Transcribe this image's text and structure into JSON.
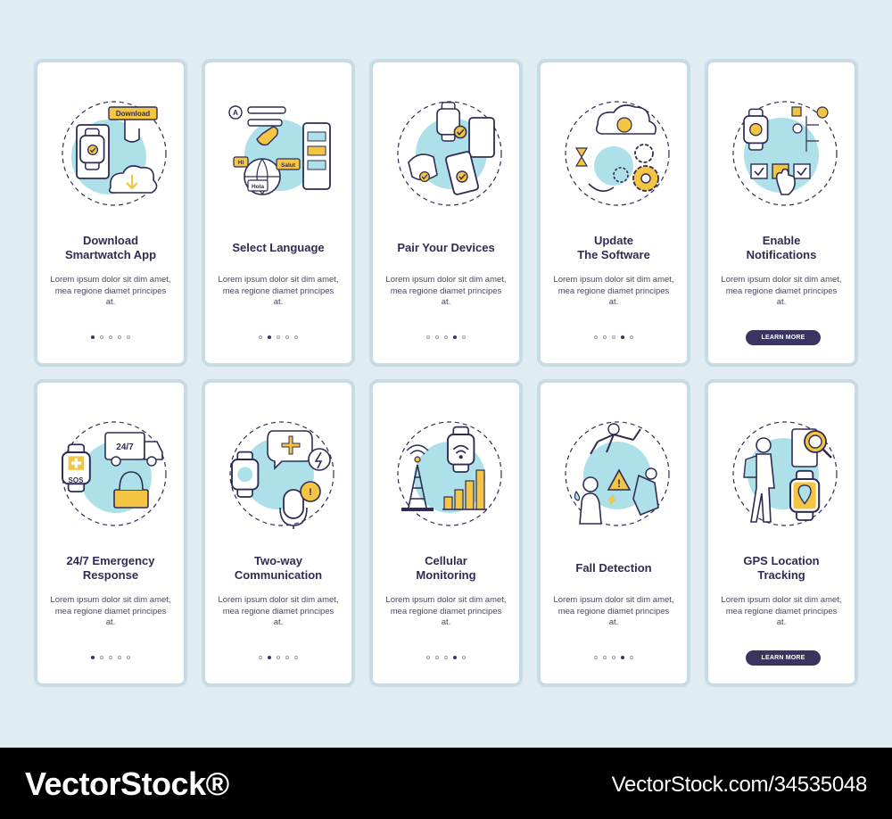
{
  "cards": [
    {
      "title": "Download\nSmartwatch App",
      "description": "Lorem ipsum dolor sit dim amet, mea regione diamet principes at.",
      "icon": "download-app-icon",
      "illustration_labels": [
        "Download"
      ],
      "active_dot": 1
    },
    {
      "title": "Select Language",
      "description": "Lorem ipsum dolor sit dim amet, mea regione diamet principes at.",
      "icon": "language-icon",
      "illustration_labels": [
        "A",
        "Hi",
        "Hola",
        "Salut"
      ],
      "active_dot": 2
    },
    {
      "title": "Pair Your Devices",
      "description": "Lorem ipsum dolor sit dim amet, mea regione diamet principes at.",
      "icon": "pair-devices-icon",
      "active_dot": 4
    },
    {
      "title": "Update\nThe Software",
      "description": "Lorem ipsum dolor sit dim amet, mea regione diamet principes at.",
      "icon": "update-software-icon",
      "active_dot": 4
    },
    {
      "title": "Enable\nNotifications",
      "description": "Lorem ipsum dolor sit dim amet, mea regione diamet principes at.",
      "icon": "notifications-icon",
      "button_label": "LEARN MORE"
    },
    {
      "title": "24/7 Emergency\nResponse",
      "description": "Lorem ipsum dolor sit dim amet, mea regione diamet principes at.",
      "icon": "emergency-icon",
      "illustration_labels": [
        "24/7",
        "SOS"
      ],
      "active_dot": 1
    },
    {
      "title": "Two-way\nCommunication",
      "description": "Lorem ipsum dolor sit dim amet, mea regione diamet principes at.",
      "icon": "communication-icon",
      "active_dot": 2
    },
    {
      "title": "Cellular\nMonitoring",
      "description": "Lorem ipsum dolor sit dim amet, mea regione diamet principes at.",
      "icon": "cellular-icon",
      "active_dot": 4
    },
    {
      "title": "Fall Detection",
      "description": "Lorem ipsum dolor sit dim amet, mea regione diamet principes at.",
      "icon": "fall-detection-icon",
      "active_dot": 4
    },
    {
      "title": "GPS Location\nTracking",
      "description": "Lorem ipsum dolor sit dim amet, mea regione diamet principes at.",
      "icon": "gps-tracking-icon",
      "button_label": "LEARN MORE"
    }
  ],
  "dot_count": 5,
  "watermark": {
    "left": "VectorStock®",
    "right": "VectorStock.com/34535048"
  },
  "colors": {
    "accent_light": "#aee0ea",
    "accent_yellow": "#f4c542",
    "outline": "#2e2c52",
    "button": "#3a3560",
    "card_border": "#c7dbe4",
    "background": "#dfecf1"
  }
}
